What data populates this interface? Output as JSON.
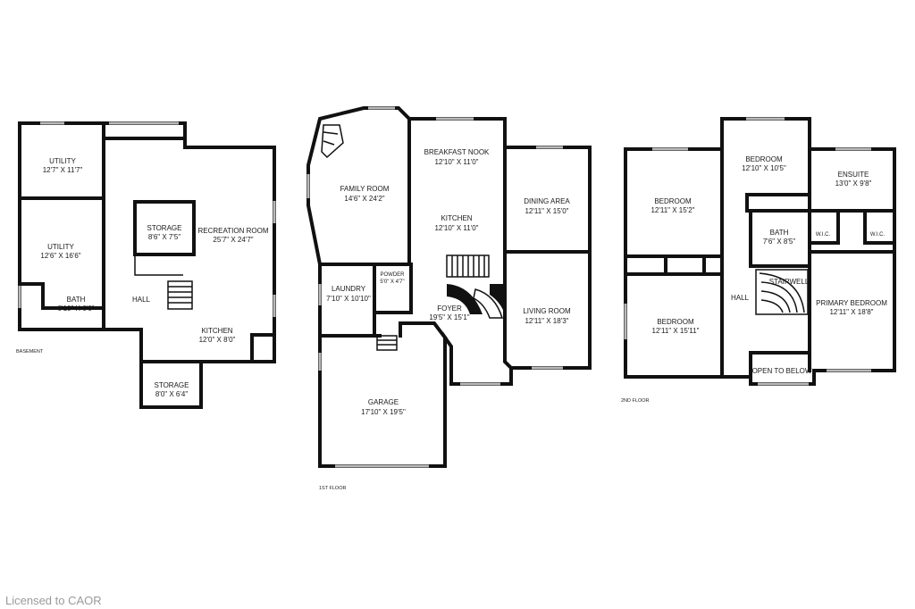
{
  "credit": "Licensed to CAOR",
  "floors": {
    "basement": {
      "label": "BASEMENT",
      "rooms": [
        {
          "name": "UTILITY",
          "dim": "12'7\" X 11'7\""
        },
        {
          "name": "UTILITY",
          "dim": "12'6\" X 16'6\""
        },
        {
          "name": "BATH",
          "dim": "8'10\" X 6'6\""
        },
        {
          "name": "STORAGE",
          "dim": "8'6\" X 7'5\""
        },
        {
          "name": "RECREATION ROOM",
          "dim": "25'7\" X 24'7\""
        },
        {
          "name": "HALL",
          "dim": ""
        },
        {
          "name": "KITCHEN",
          "dim": "12'0\" X 8'0\""
        },
        {
          "name": "STORAGE",
          "dim": "8'0\" X 6'4\""
        }
      ]
    },
    "first": {
      "label": "1ST FLOOR",
      "rooms": [
        {
          "name": "FAMILY ROOM",
          "dim": "14'6\" X 24'2\""
        },
        {
          "name": "BREAKFAST NOOK",
          "dim": "12'10\" X 11'0\""
        },
        {
          "name": "KITCHEN",
          "dim": "12'10\" X 11'0\""
        },
        {
          "name": "DINING AREA",
          "dim": "12'11\" X 15'0\""
        },
        {
          "name": "LAUNDRY",
          "dim": "7'10\" X 10'10\""
        },
        {
          "name": "POWDER",
          "dim": "5'0\" X 4'7\""
        },
        {
          "name": "FOYER",
          "dim": "19'5\" X 15'1\""
        },
        {
          "name": "LIVING ROOM",
          "dim": "12'11\" X 18'3\""
        },
        {
          "name": "GARAGE",
          "dim": "17'10\" X 19'5\""
        }
      ]
    },
    "second": {
      "label": "2ND FLOOR",
      "rooms": [
        {
          "name": "BEDROOM",
          "dim": "12'10\" X 10'5\""
        },
        {
          "name": "ENSUITE",
          "dim": "13'0\" X 9'8\""
        },
        {
          "name": "BEDROOM",
          "dim": "12'11\" X 15'2\""
        },
        {
          "name": "BATH",
          "dim": "7'6\" X 8'5\""
        },
        {
          "name": "W.I.C.",
          "dim": ""
        },
        {
          "name": "W.I.C.",
          "dim": ""
        },
        {
          "name": "STAIRWELL",
          "dim": ""
        },
        {
          "name": "HALL",
          "dim": ""
        },
        {
          "name": "PRIMARY BEDROOM",
          "dim": "12'11\" X 18'8\""
        },
        {
          "name": "BEDROOM",
          "dim": "12'11\" X 15'11\""
        },
        {
          "name": "OPEN TO BELOW",
          "dim": ""
        }
      ]
    }
  }
}
